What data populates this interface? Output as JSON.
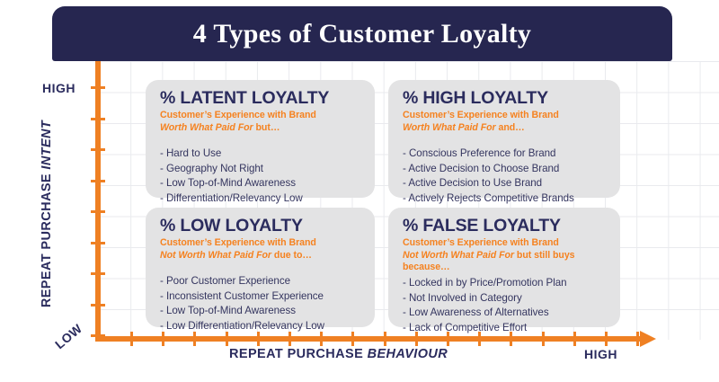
{
  "banner": {
    "title": "4 Types of Customer Loyalty",
    "background": "#262650",
    "text_color": "#ffffff"
  },
  "colors": {
    "navy": "#2b2c5e",
    "orange": "#ef8023",
    "card_gray": "#e3e3e4",
    "grid_line": "#e9eaee"
  },
  "axes": {
    "y": {
      "title_main": "REPEAT PURCHASE ",
      "title_italic": "INTENT",
      "high_label": "HIGH",
      "low_label": "LOW"
    },
    "x": {
      "title_main": "REPEAT PURCHASE ",
      "title_italic": "BEHAVIOUR",
      "high_label": "HIGH"
    }
  },
  "quadrants": [
    {
      "id": "latent",
      "position": "top-left",
      "title": "% LATENT LOYALTY",
      "sub_line1": "Customer’s Experience with Brand",
      "sub_italic": "Worth What Paid For",
      "sub_tail": " but…",
      "sub_line3": "",
      "items": [
        "- Hard to Use",
        "- Geography Not Right",
        "- Low Top-of-Mind Awareness",
        "- Differentiation/Relevancy Low"
      ]
    },
    {
      "id": "high",
      "position": "top-right",
      "title": "% HIGH LOYALTY",
      "sub_line1": "Customer’s Experience with Brand",
      "sub_italic": "Worth What Paid For",
      "sub_tail": " and…",
      "sub_line3": "",
      "items": [
        "- Conscious Preference for Brand",
        "- Active Decision to Choose Brand",
        "- Active Decision to Use Brand",
        "- Actively Rejects Competitive Brands"
      ]
    },
    {
      "id": "low",
      "position": "bottom-left",
      "title": "% LOW LOYALTY",
      "sub_line1": "Customer’s Experience with Brand",
      "sub_italic": "Not Worth What Paid For",
      "sub_tail": " due to…",
      "sub_line3": "",
      "items": [
        "- Poor Customer Experience",
        "- Inconsistent Customer Experience",
        "- Low Top-of-Mind Awareness",
        "- Low Differentiation/Relevancy Low"
      ]
    },
    {
      "id": "false",
      "position": "bottom-right",
      "title": "% FALSE LOYALTY",
      "sub_line1": "Customer’s Experience with Brand",
      "sub_italic": "Not Worth What Paid For",
      "sub_tail": " but still buys",
      "sub_line3": "because…",
      "items": [
        "- Locked in by Price/Promotion Plan",
        "- Not Involved in Category",
        "- Low Awareness of Alternatives",
        "- Lack of Competitive Effort"
      ]
    }
  ]
}
